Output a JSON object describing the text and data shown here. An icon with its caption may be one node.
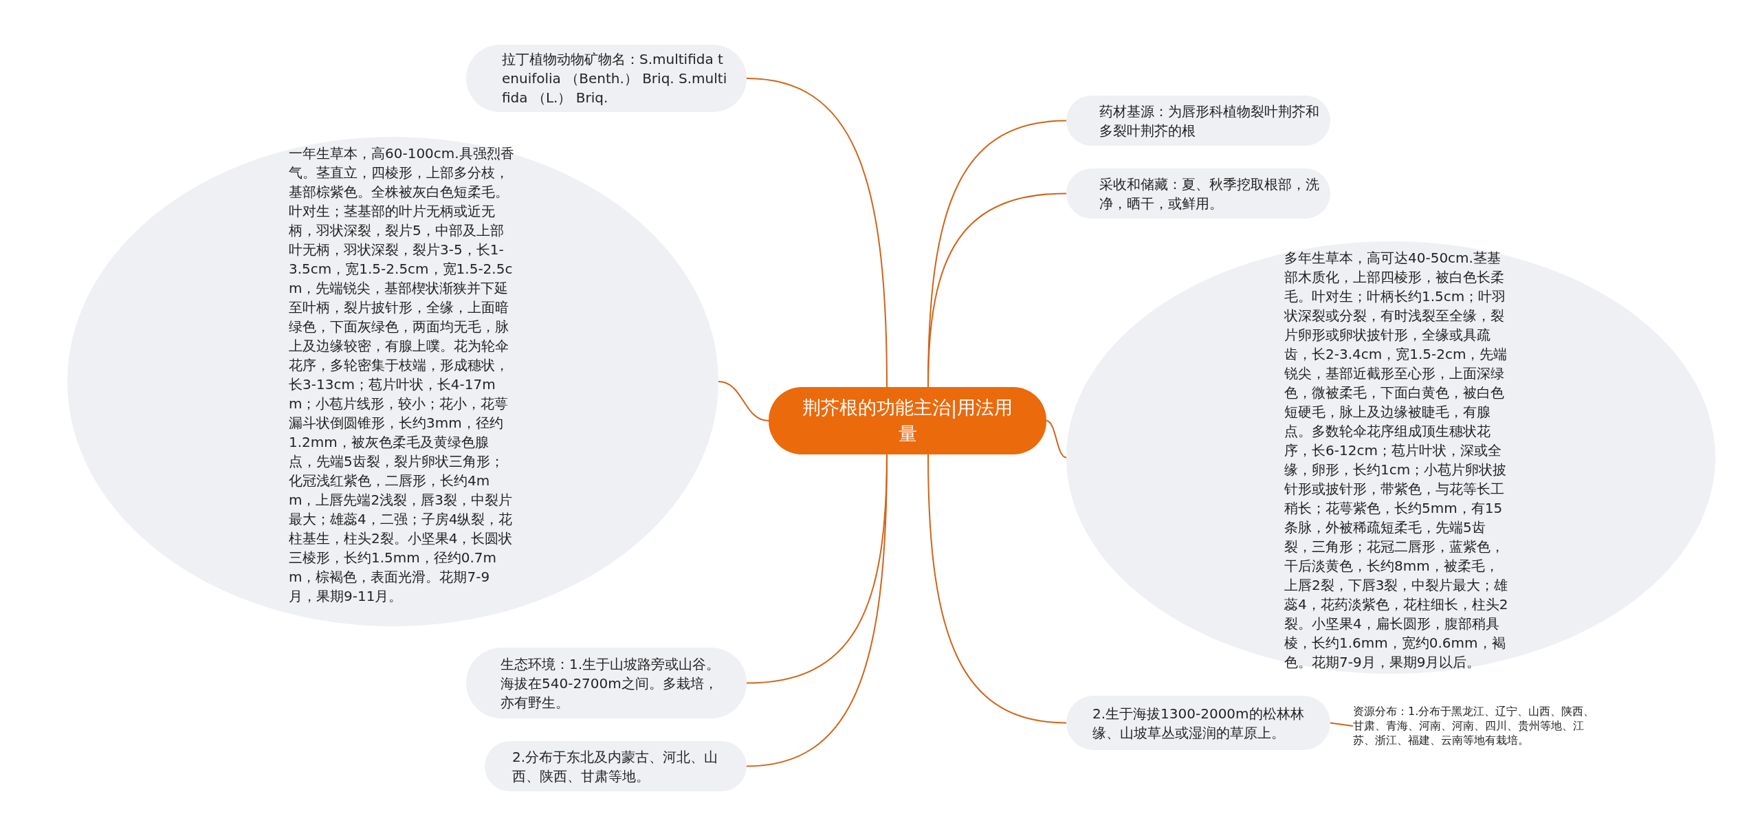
{
  "diagram": {
    "nodes": [
      {
        "text": [
          "荆芥根的功能主治|用法用量"
        ]
      },
      {
        "text": [
          "拉丁植物动物矿物名：S.multifida tenuifolia （Benth.） Briq. S.multifida （L.） Briq."
        ]
      },
      {
        "text": [
          "一年生草本，高60-100cm.具强烈香气。茎直立，四棱形，上部多分枝，基部棕紫色。全株被灰白色短柔毛。叶对生；茎基部的叶片无柄或近无柄，羽状深裂，裂片5，中部及上部叶无柄，羽状深裂，裂片3-5，长1-3.5cm，宽1.5-2.5cm，宽1.5-2.5cm，先端锐尖，基部楔状渐狭并下延至叶柄，裂片披针形，全缘，上面暗绿色，下面灰绿色，两面均无毛，脉上及边缘较密，有腺上噗。花为轮伞花序，多轮密集于枝端，形成穗状，长3-13cm；苞片叶状，长4-17mm；小苞片线形，较小；花小，花萼漏斗状倒圆锥形，长约3mm，径约1.2mm，被灰色柔毛及黄绿色腺点，先端5齿裂，裂片卵状三角形；化冠浅红紫色，二唇形，长约4mm，上唇先端2浅裂，唇3裂，中裂片最大；雄蕊4，二强；子房4纵裂，花柱基生，柱头2裂。小坚果4，长圆状三棱形，长约1.5mm，径约0.7mm，棕褐色，表面光滑。花期7-9月，果期9-11月。"
        ]
      },
      {
        "text": [
          "生态环境：1.生于山坡路旁或山谷。海拔在540-2700m之间。多栽培，亦有野生。"
        ]
      },
      {
        "text": [
          "2.分布于东北及内蒙古、河北、山西、陕西、甘肃等地。"
        ]
      },
      {
        "text": [
          "药材基源：为唇形科植物裂叶荆芥和多裂叶荆芥的根"
        ]
      },
      {
        "text": [
          "采收和储藏：夏、秋季挖取根部，洗净，晒干，或鲜用。"
        ]
      },
      {
        "text": [
          "多年生草本，高可达40-50cm.茎基部木质化，上部四棱形，被白色长柔毛。叶对生；叶柄长约1.5cm；叶羽状深裂或分裂，有时浅裂至全缘，裂片卵形或卵状披针形，全缘或具疏齿，长2-3.4cm，宽1.5-2cm，先端锐尖，基部近截形至心形，上面深绿色，微被柔毛，下面白黄色，被白色短硬毛，脉上及边缘被睫毛，有腺点。多数轮伞花序组成顶生穗状花序，长6-12cm；苞片叶状，深或全缘，卵形，长约1cm；小苞片卵状披针形或披针形，带紫色，与花等长工稍长；花萼紫色，长约5mm，有15条脉，外被稀疏短柔毛，先端5齿裂，三角形；花冠二唇形，蓝紫色，干后淡黄色，长约8mm，被柔毛，上唇2裂，下唇3裂，中裂片最大；雄蕊4，花药淡紫色，花柱细长，柱头2裂。小坚果4，扁长圆形，腹部稍具棱，长约1.6mm，宽约0.6mm，褐色。花期7-9月，果期9月以后。"
        ]
      },
      {
        "text": [
          "2.生于海拔1300-2000m的松林林缘、山坡草丛或湿润的草原上。"
        ]
      },
      {
        "text": [
          "资源分布：1.分布于黑龙江、辽宁、山西、陕西、甘肃、青海、河南、河南、四川、贵州等地、江苏、浙江、福建、云南等地有栽培。"
        ]
      }
    ],
    "edges": [
      {
        "from": 0,
        "to": 1,
        "arrow": "none"
      },
      {
        "from": 0,
        "to": 2,
        "arrow": "none"
      },
      {
        "from": 0,
        "to": 3,
        "arrow": "none"
      },
      {
        "from": 0,
        "to": 4,
        "arrow": "none"
      },
      {
        "from": 0,
        "to": 5,
        "arrow": "none"
      },
      {
        "from": 0,
        "to": 6,
        "arrow": "none"
      },
      {
        "from": 0,
        "to": 7,
        "arrow": "none"
      },
      {
        "from": 0,
        "to": 8,
        "arrow": "none"
      },
      {
        "from": 8,
        "to": 9,
        "arrow": "none"
      }
    ]
  }
}
